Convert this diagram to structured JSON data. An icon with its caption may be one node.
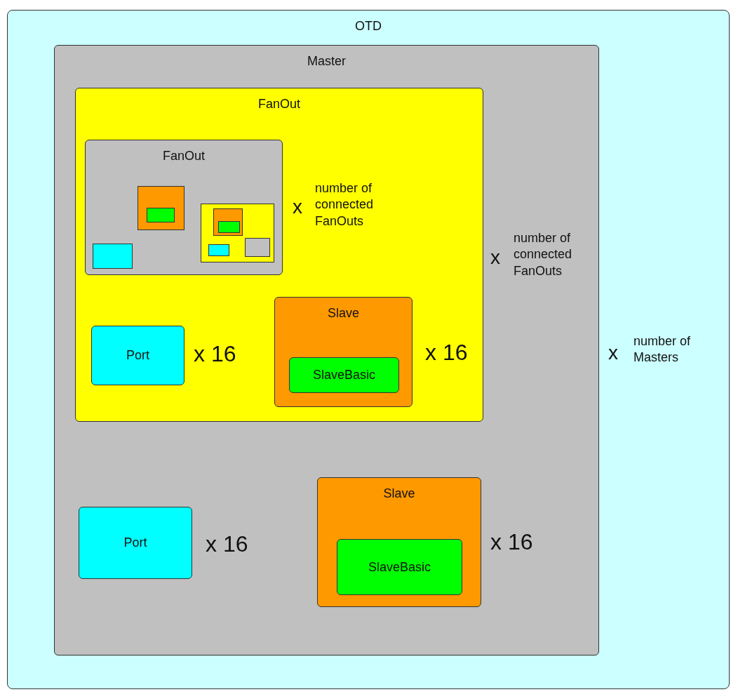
{
  "diagram": {
    "nodes": [
      {
        "text": [
          "OTD"
        ]
      },
      {
        "text": [
          "Master"
        ],
        "in": 0,
        "beside": [
          "x",
          "number of Masters"
        ]
      },
      {
        "text": [
          "FanOut"
        ],
        "in": 1,
        "beside": [
          "x",
          "number of connected FanOuts"
        ]
      },
      {
        "text": [
          "FanOut"
        ],
        "in": 2,
        "beside": [
          "x",
          "number of connected FanOuts"
        ]
      },
      {
        "text": [],
        "shape": "box",
        "in": 3
      },
      {
        "text": [],
        "shape": "box",
        "in": 4
      },
      {
        "text": [],
        "shape": "box",
        "in": 3
      },
      {
        "text": [],
        "shape": "box",
        "in": 6
      },
      {
        "text": [],
        "shape": "box",
        "in": 7
      },
      {
        "text": [],
        "shape": "box",
        "in": 6
      },
      {
        "text": [],
        "shape": "box",
        "in": 6
      },
      {
        "text": [],
        "shape": "box",
        "in": 3
      },
      {
        "text": [
          "Port"
        ],
        "in": 2,
        "beside": [
          "x 16"
        ]
      },
      {
        "text": [
          "Slave"
        ],
        "in": 2,
        "beside": [
          "x 16"
        ]
      },
      {
        "text": [
          "SlaveBasic"
        ],
        "in": 13
      },
      {
        "text": [
          "Port"
        ],
        "in": 1,
        "beside": [
          "x 16"
        ]
      },
      {
        "text": [
          "Slave"
        ],
        "in": 1,
        "beside": [
          "x 16"
        ]
      },
      {
        "text": [
          "SlaveBasic"
        ],
        "in": 16
      }
    ]
  }
}
